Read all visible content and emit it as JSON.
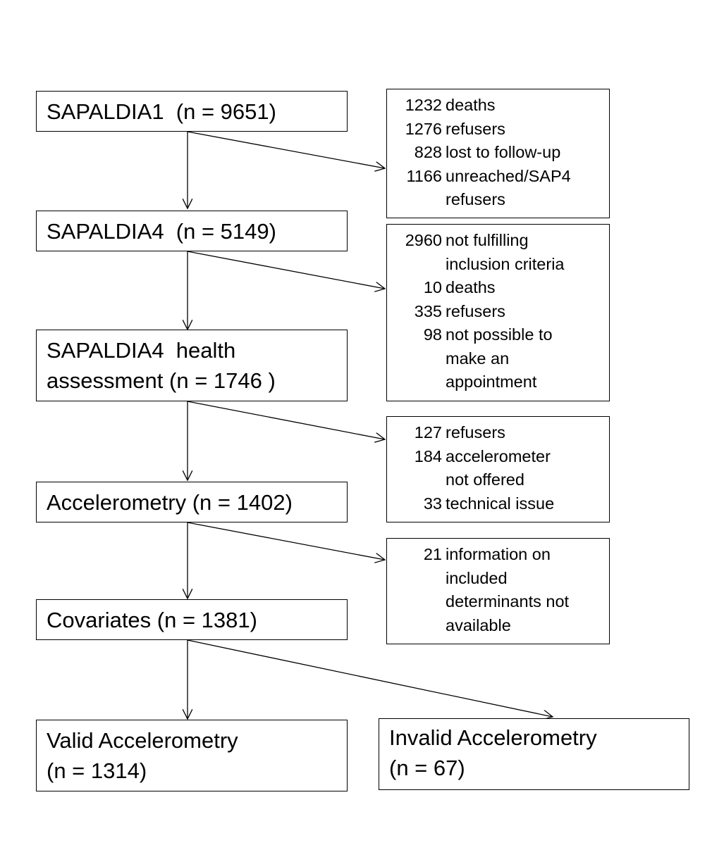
{
  "flow": [
    {
      "lines": [
        "SAPALDIA1  (n = 9651)"
      ]
    },
    {
      "lines": [
        "SAPALDIA4  (n = 5149)"
      ]
    },
    {
      "lines": [
        "SAPALDIA4  health",
        "assessment (n = 1746 )"
      ]
    },
    {
      "lines": [
        "Accelerometry (n = 1402)"
      ]
    },
    {
      "lines": [
        "Covariates (n = 1381)"
      ]
    },
    {
      "lines": [
        "Valid Accelerometry",
        "(n = 1314)"
      ]
    }
  ],
  "invalid": {
    "lines": [
      "Invalid Accelerometry",
      "(n = 67)"
    ]
  },
  "exclusions": [
    {
      "rows": [
        {
          "n": "1232",
          "text": "deaths"
        },
        {
          "n": "1276",
          "text": "refusers"
        },
        {
          "n": "828",
          "text": "lost to follow-up"
        },
        {
          "n": "1166",
          "text": "unreached/SAP4"
        },
        {
          "n": "",
          "text": "refusers"
        }
      ]
    },
    {
      "rows": [
        {
          "n": "2960",
          "text": "not fulfilling"
        },
        {
          "n": "",
          "text": "inclusion criteria"
        },
        {
          "n": "10",
          "text": "deaths"
        },
        {
          "n": "335",
          "text": "refusers"
        },
        {
          "n": "98",
          "text": "not possible to"
        },
        {
          "n": "",
          "text": "make an"
        },
        {
          "n": "",
          "text": "appointment"
        }
      ]
    },
    {
      "rows": [
        {
          "n": "127",
          "text": "refusers"
        },
        {
          "n": "184",
          "text": "accelerometer"
        },
        {
          "n": "",
          "text": "not offered"
        },
        {
          "n": "33",
          "text": "technical issue"
        }
      ]
    },
    {
      "rows": [
        {
          "n": "21",
          "text": "information on"
        },
        {
          "n": "",
          "text": "included"
        },
        {
          "n": "",
          "text": "determinants not"
        },
        {
          "n": "",
          "text": "available"
        }
      ]
    }
  ]
}
